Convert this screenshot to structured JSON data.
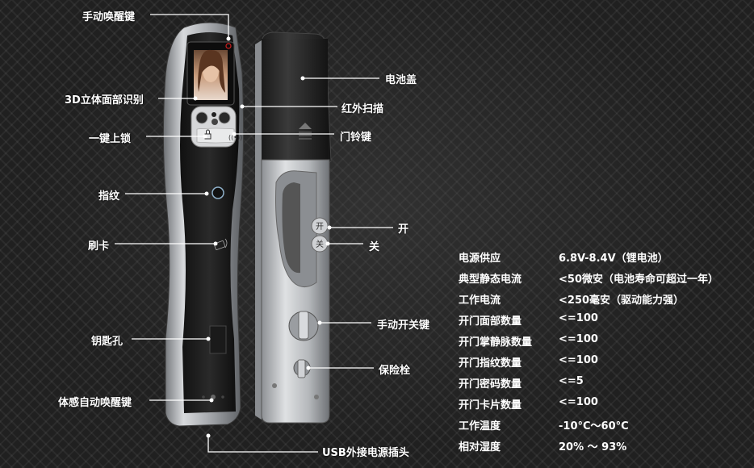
{
  "labels": {
    "manual_wake_key": "手动唤醒键",
    "face_3d": "3D立体面部识别",
    "one_key_lock": "一键上锁",
    "fingerprint": "指纹",
    "swipe_card": "刷卡",
    "keyhole": "钥匙孔",
    "motion_wake_key": "体感自动唤醒键",
    "usb_power": "USB外接电源插头",
    "battery_cover": "电池盖",
    "ir_scan": "红外扫描",
    "doorbell_key": "门铃键",
    "open": "开",
    "close": "关",
    "manual_switch_key": "手动开关键",
    "safety_bolt": "保险栓"
  },
  "buttons": {
    "open_glyph": "开",
    "close_glyph": "关"
  },
  "specs": [
    {
      "key": "电源供应",
      "value": "6.8V-8.4V（锂电池）"
    },
    {
      "key": "典型静态电流",
      "value": "<50微安（电池寿命可超过一年）"
    },
    {
      "key": "工作电流",
      "value": "<250毫安（驱动能力强）"
    },
    {
      "key": "开门面部数量",
      "value": "<=100"
    },
    {
      "key": "开门掌静脉数量",
      "value": "<=100"
    },
    {
      "key": "开门指纹数量",
      "value": "<=100"
    },
    {
      "key": "开门密码数量",
      "value": "<=5"
    },
    {
      "key": "开门卡片数量",
      "value": "<=100"
    },
    {
      "key": "工作温度",
      "value": "-10°C～60°C"
    },
    {
      "key": "相对湿度",
      "value": "20% ～ 93%"
    }
  ],
  "colors": {
    "background": "#202020",
    "silver": "#b9bcc0",
    "panel": "#1a1a1a",
    "accent": "#d11f1f"
  }
}
